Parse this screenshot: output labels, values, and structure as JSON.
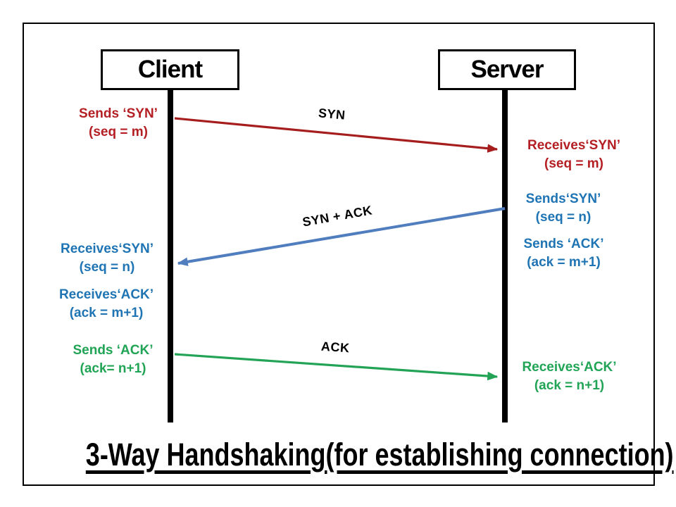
{
  "title": "3-Way Handshaking(for establishing connection)",
  "actors": {
    "client": "Client",
    "server": "Server"
  },
  "messages": {
    "syn": {
      "label": "SYN"
    },
    "synack": {
      "label": "SYN + ACK"
    },
    "ack": {
      "label": "ACK"
    }
  },
  "notes": {
    "client_sends_syn": {
      "line1": "Sends ‘SYN’",
      "line2": "(seq = m)"
    },
    "server_receives_syn": {
      "line1": "Receives‘SYN’",
      "line2": "(seq = m)"
    },
    "server_sends_syn": {
      "line1": "Sends‘SYN’",
      "line2": "(seq = n)"
    },
    "server_sends_ack": {
      "line1": "Sends ‘ACK’",
      "line2": "(ack = m+1)"
    },
    "client_receives_syn": {
      "line1": "Receives‘SYN’",
      "line2": "(seq = n)"
    },
    "client_receives_ack": {
      "line1": "Receives‘ACK’",
      "line2": "(ack = m+1)"
    },
    "client_sends_ack": {
      "line1": "Sends ‘ACK’",
      "line2": "(ack= n+1)"
    },
    "server_receives_ack": {
      "line1": "Receives‘ACK’",
      "line2": "(ack = n+1)"
    }
  },
  "colors": {
    "red_arrow": "#A61D1D",
    "red_text": "#B41F24",
    "blue_arrow": "#4F7DBD",
    "blue_text": "#1F74B4",
    "green_arrow": "#22A356",
    "green_text": "#21A455",
    "black": "#000000"
  }
}
